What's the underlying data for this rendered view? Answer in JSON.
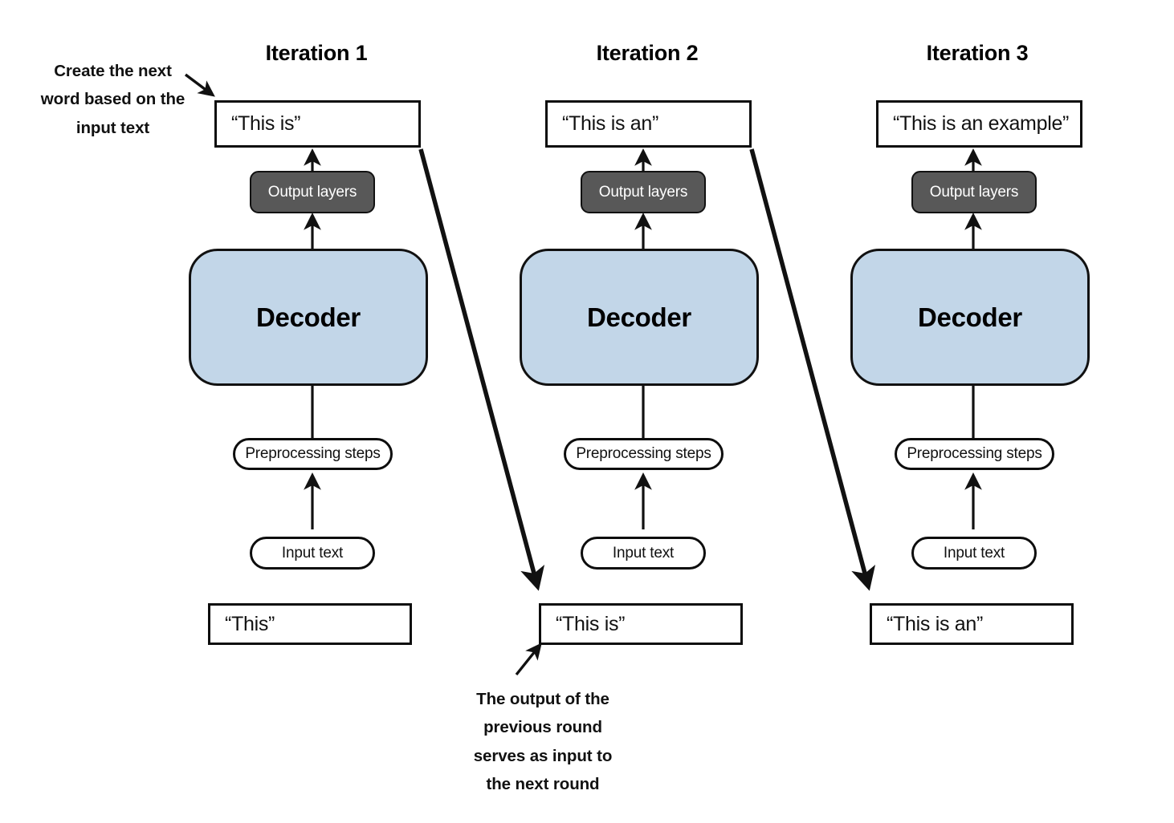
{
  "diagram": {
    "title_prefix": "Iteration",
    "background_color": "#ffffff",
    "decoder_fill": "#c2d6e8",
    "output_layers_fill": "#585858",
    "stroke_color": "#111111"
  },
  "annotations": {
    "top_left": {
      "line1": "Create the next",
      "line2": "word based on the",
      "line3": "input text"
    },
    "bottom": {
      "line1": "The output of the",
      "line2": "previous round",
      "line3": "serves as input to",
      "line4": "the next round"
    }
  },
  "columns": [
    {
      "title": "Iteration 1",
      "output_text": "“This is”",
      "output_layers_label": "Output layers",
      "decoder_label": "Decoder",
      "preprocessing_label": "Preprocessing steps",
      "input_label": "Input text",
      "input_text": "“This”"
    },
    {
      "title": "Iteration 2",
      "output_text": "“This is an”",
      "output_layers_label": "Output layers",
      "decoder_label": "Decoder",
      "preprocessing_label": "Preprocessing steps",
      "input_label": "Input text",
      "input_text": "“This is”"
    },
    {
      "title": "Iteration 3",
      "output_text": "“This is an example”",
      "output_layers_label": "Output layers",
      "decoder_label": "Decoder",
      "preprocessing_label": "Preprocessing steps",
      "input_label": "Input text",
      "input_text": "“This is an”"
    }
  ],
  "flow": {
    "vertical_arrows": "input-text -> preprocessing-steps -> decoder -> output-layers -> output-text",
    "carry_arrows": "iteration-N output-text -> iteration-N+1 input-text"
  }
}
